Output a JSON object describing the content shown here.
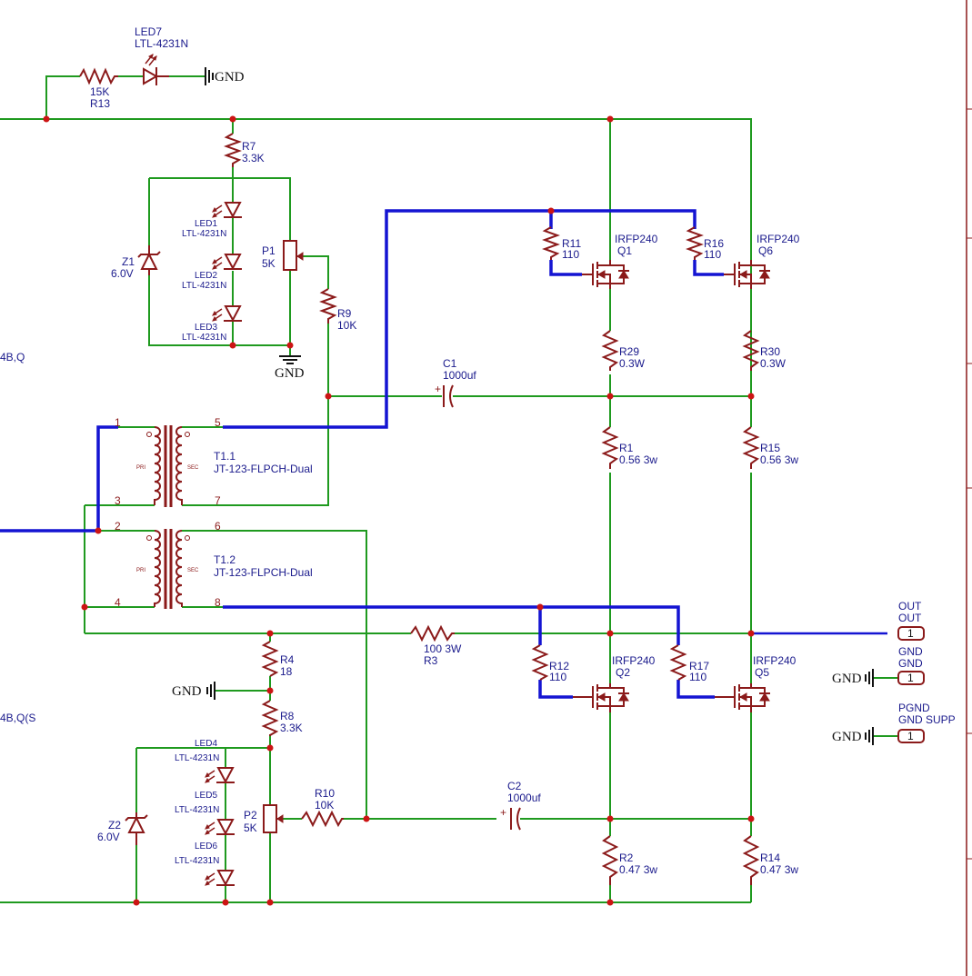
{
  "left_labels": {
    "upper": "4B,Q",
    "lower": "4B,Q(S"
  },
  "gnd_text": "GND",
  "led7": {
    "ref": "LED7",
    "part": "LTL-4231N"
  },
  "r13": {
    "ref": "R13",
    "value": "15K"
  },
  "r7": {
    "ref": "R7",
    "value": "3.3K"
  },
  "z1": {
    "ref": "Z1",
    "value": "6.0V"
  },
  "led1": {
    "ref": "LED1",
    "part": "LTL-4231N"
  },
  "led2": {
    "ref": "LED2",
    "part": "LTL-4231N"
  },
  "led3": {
    "ref": "LED3",
    "part": "LTL-4231N"
  },
  "p1": {
    "ref": "P1",
    "value": "5K"
  },
  "r9": {
    "ref": "R9",
    "value": "10K"
  },
  "r11": {
    "ref": "R11",
    "value": "110"
  },
  "q1": {
    "ref": "Q1",
    "part": "IRFP240"
  },
  "r16": {
    "ref": "R16",
    "value": "110"
  },
  "q6": {
    "ref": "Q6",
    "part": "IRFP240"
  },
  "r29": {
    "ref": "R29",
    "value": "0.3W"
  },
  "r30": {
    "ref": "R30",
    "value": "0.3W"
  },
  "c1": {
    "ref": "C1",
    "value": "1000uf"
  },
  "r1": {
    "ref": "R1",
    "value": "0.56 3w"
  },
  "r15": {
    "ref": "R15",
    "value": "0.56 3w"
  },
  "t1_1": {
    "ref": "T1.1",
    "part": "JT-123-FLPCH-Dual",
    "pins": [
      "1",
      "5",
      "3",
      "7"
    ]
  },
  "t1_2": {
    "ref": "T1.2",
    "part": "JT-123-FLPCH-Dual",
    "pins": [
      "2",
      "6",
      "4",
      "8"
    ]
  },
  "pri": "PRI",
  "sec": "SEC",
  "r3": {
    "ref": "R3",
    "value": "100 3W"
  },
  "r4": {
    "ref": "R4",
    "value": "18"
  },
  "r8": {
    "ref": "R8",
    "value": "3.3K"
  },
  "r12": {
    "ref": "R12",
    "value": "110"
  },
  "q2": {
    "ref": "Q2",
    "part": "IRFP240"
  },
  "r17": {
    "ref": "R17",
    "value": "110"
  },
  "q5": {
    "ref": "Q5",
    "part": "IRFP240"
  },
  "led4": {
    "ref": "LED4",
    "part": "LTL-4231N"
  },
  "led5": {
    "ref": "LED5",
    "part": "LTL-4231N"
  },
  "led6": {
    "ref": "LED6",
    "part": "LTL-4231N"
  },
  "z2": {
    "ref": "Z2",
    "value": "6.0V"
  },
  "p2": {
    "ref": "P2",
    "value": "5K"
  },
  "r10": {
    "ref": "R10",
    "value": "10K"
  },
  "c2": {
    "ref": "C2",
    "value": "1000uf"
  },
  "r2": {
    "ref": "R2",
    "value": "0.47 3w"
  },
  "r14": {
    "ref": "R14",
    "value": "0.47 3w"
  },
  "connectors": [
    {
      "name": "OUT",
      "net": "OUT",
      "pin": "1"
    },
    {
      "name": "GND",
      "net": "GND",
      "pin": "1"
    },
    {
      "name": "PGND",
      "net": "GND SUPP",
      "pin": "1"
    }
  ],
  "colors": {
    "wire": "#1f9a1f",
    "bus": "#1414d2",
    "component": "#8b1a1a",
    "junction": "#cc1414",
    "label": "#1a1a8c"
  }
}
